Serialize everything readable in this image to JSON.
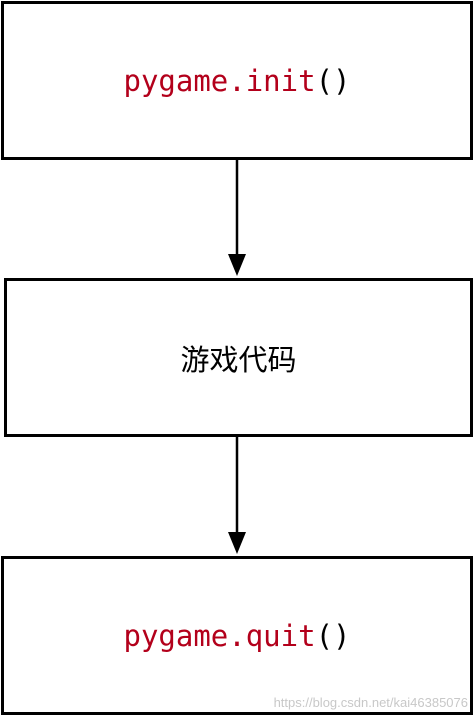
{
  "nodes": {
    "init": {
      "function": "pygame.init",
      "parens": "()"
    },
    "game": {
      "label": "游戏代码"
    },
    "quit": {
      "function": "pygame.quit",
      "parens": "()"
    }
  },
  "edges": [
    {
      "from": "init",
      "to": "game"
    },
    {
      "from": "game",
      "to": "quit"
    }
  ],
  "watermark": "https://blog.csdn.net/kai46385076",
  "colors": {
    "code_function": "#b3001b",
    "stroke": "#000000",
    "watermark": "#c8c8c8"
  }
}
